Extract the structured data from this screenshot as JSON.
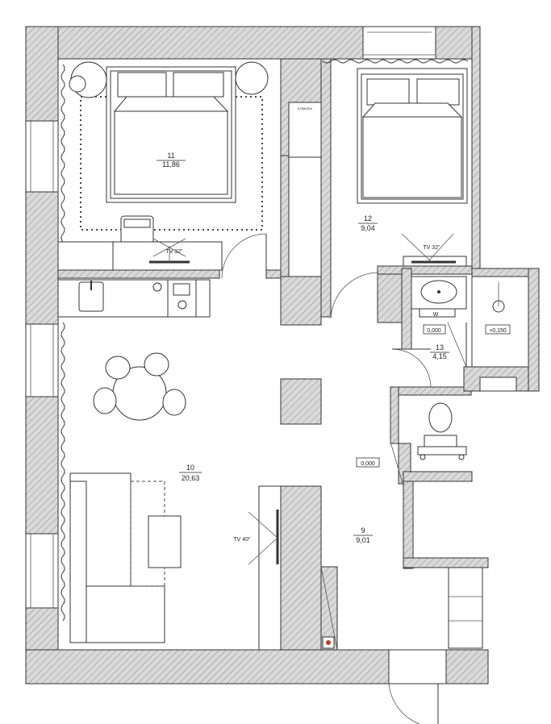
{
  "rooms": [
    {
      "number": "11",
      "area": "11,86"
    },
    {
      "number": "12",
      "area": "9,04"
    },
    {
      "number": "13",
      "area": "4,15"
    },
    {
      "number": "10",
      "area": "20,63"
    },
    {
      "number": "9",
      "area": "9,01"
    }
  ],
  "tv_labels": {
    "bedroom_11": "TV 32\"",
    "bedroom_12": "TV 32\"",
    "living": "TV 40\""
  },
  "levels": {
    "bath_floor": "0,000",
    "shower_floor": "+0,150",
    "hall_floor": "0,000"
  },
  "small_labels": {
    "washer": "W",
    "wardrobe": "KOMODA"
  },
  "colors": {
    "wall_hatch": "#8a8a8a",
    "wall_fill": "#d8d8d8",
    "line": "#333333",
    "accent": "#c0392b"
  }
}
